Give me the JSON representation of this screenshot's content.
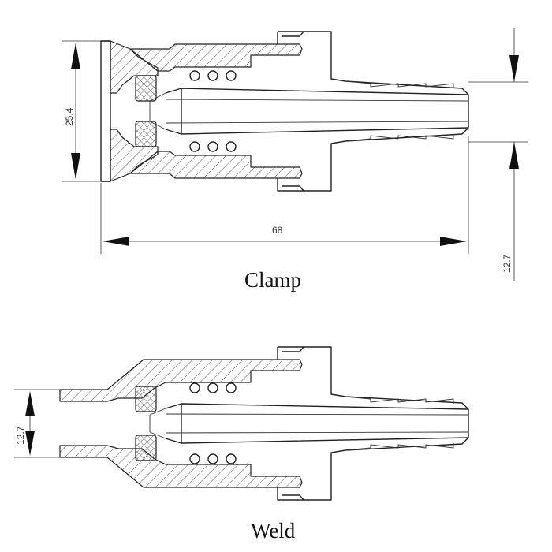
{
  "views": {
    "clamp": {
      "caption": "Clamp",
      "dim_diameter": "25.4",
      "dim_length": "68",
      "dim_barb": "12.7"
    },
    "weld": {
      "caption": "Weld",
      "dim_diameter": "12.7"
    }
  }
}
